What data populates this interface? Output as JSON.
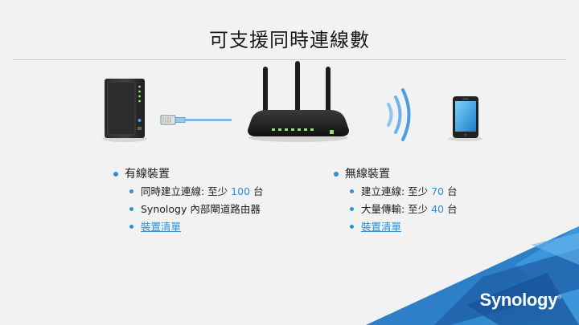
{
  "title": "可支援同時連線數",
  "wired": {
    "heading": "有線裝置",
    "concurrent_prefix": "同時建立連線: 至少",
    "concurrent_count": "100",
    "concurrent_unit": "台",
    "gateway_text": "Synology 內部閘道路由器",
    "device_list_link": "裝置清單"
  },
  "wireless": {
    "heading": "無線裝置",
    "connect_prefix": "建立連線: 至少",
    "connect_count": "70",
    "connect_unit": "台",
    "transfer_prefix": "大量傳輸: 至少",
    "transfer_count": "40",
    "transfer_unit": "台",
    "device_list_link": "裝置清單"
  },
  "brand": {
    "name": "Synology",
    "mark": "®"
  },
  "colors": {
    "accent": "#2e8fd6",
    "background": "#f2f2f2",
    "wave": "#5aa9e6"
  },
  "icons": [
    "nas-icon",
    "ethernet-cable-icon",
    "router-icon",
    "wifi-signal-icon",
    "smartphone-icon"
  ]
}
